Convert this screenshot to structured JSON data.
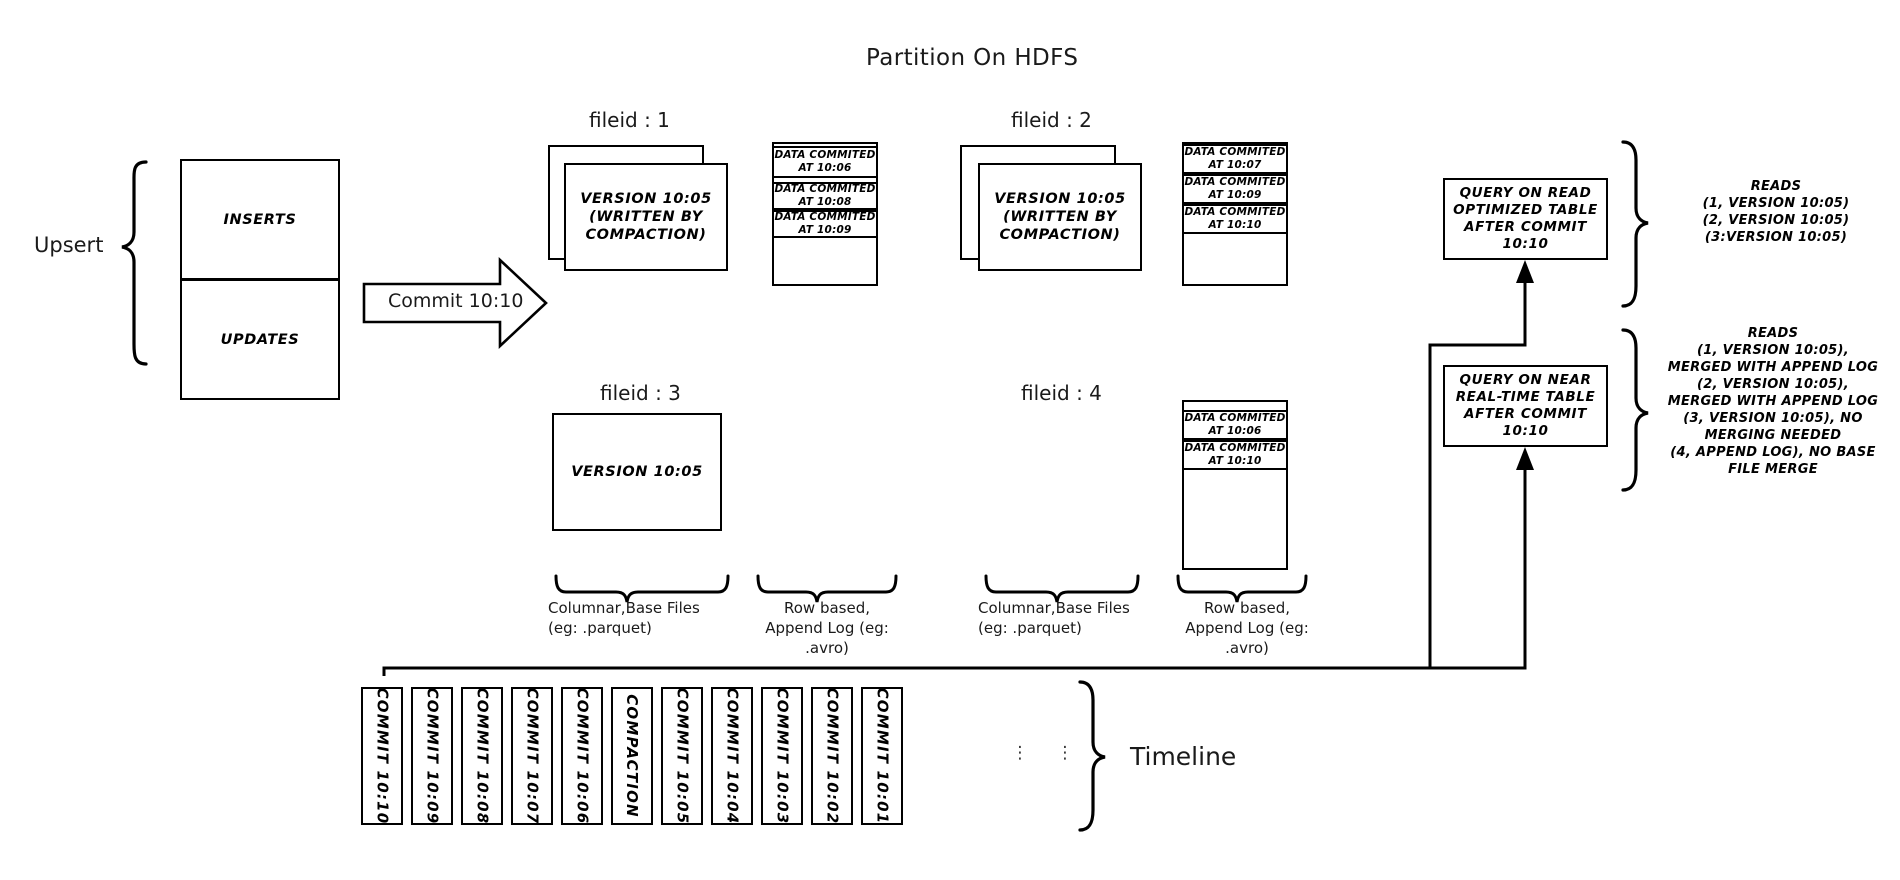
{
  "title": "Partition On HDFS",
  "left": {
    "upsert_label": "Upsert",
    "inserts_label": "INSERTS",
    "updates_label": "UPDATES",
    "commit_arrow_label": "Commit 10:10"
  },
  "files": [
    {
      "header": "fileid : 1",
      "base_text": "VERSION 10:05\n(WRITTEN BY\nCOMPACTION)",
      "stacked": true,
      "logs": [
        "DATA COMMITED\nAT 10:06",
        "DATA COMMITED\nAT 10:08",
        "DATA COMMITED\nAT 10:09"
      ]
    },
    {
      "header": "fileid : 2",
      "base_text": "VERSION 10:05\n(WRITTEN BY\nCOMPACTION)",
      "stacked": true,
      "logs": [
        "DATA COMMITED\nAT 10:07",
        "DATA COMMITED\nAT 10:09",
        "DATA COMMITED\nAT 10:10"
      ]
    },
    {
      "header": "fileid : 3",
      "base_text": "VERSION 10:05",
      "stacked": false,
      "logs": []
    },
    {
      "header": "fileid : 4",
      "base_text": "",
      "stacked": false,
      "logs": [
        "DATA COMMITED\nAT 10:06",
        "DATA COMMITED\nAT 10:10"
      ]
    }
  ],
  "captions": {
    "columnar_left": "Columnar,Base Files\n(eg: .parquet)",
    "rowbased_left": "Row based,\nAppend Log  (eg:\n.avro)",
    "columnar_right": "Columnar,Base Files\n(eg: .parquet)",
    "rowbased_right": "Row based,\nAppend Log  (eg:\n.avro)"
  },
  "queries": {
    "read_optimized": "QUERY ON READ\nOPTIMIZED TABLE\nAFTER COMMIT\n10:10",
    "near_realtime": "QUERY ON NEAR\nREAL-TIME TABLE\nAFTER COMMIT\n10:10"
  },
  "reads": {
    "read_optimized": "READS\n(1, VERSION 10:05)\n(2, VERSION 10:05)\n(3:VERSION 10:05)",
    "near_realtime": "READS\n(1, VERSION 10:05),\nMERGED WITH APPEND LOG\n(2, VERSION 10:05),\nMERGED WITH APPEND LOG\n(3, VERSION 10:05), NO\nMERGING NEEDED\n(4, APPEND LOG), NO BASE\nFILE MERGE"
  },
  "timeline": {
    "label": "Timeline",
    "ellipsis": "⋮",
    "items": [
      "COMMIT  10:10",
      "COMMIT  10:09",
      "COMMIT  10:08",
      "COMMIT  10:07",
      "COMMIT  10:06",
      "COMPACTION",
      "COMMIT  10:05",
      "COMMIT  10:04",
      "COMMIT  10:03",
      "COMMIT  10:02",
      "COMMIT  10:01"
    ]
  },
  "colors": {
    "stroke": "#000000",
    "background": "#ffffff"
  }
}
